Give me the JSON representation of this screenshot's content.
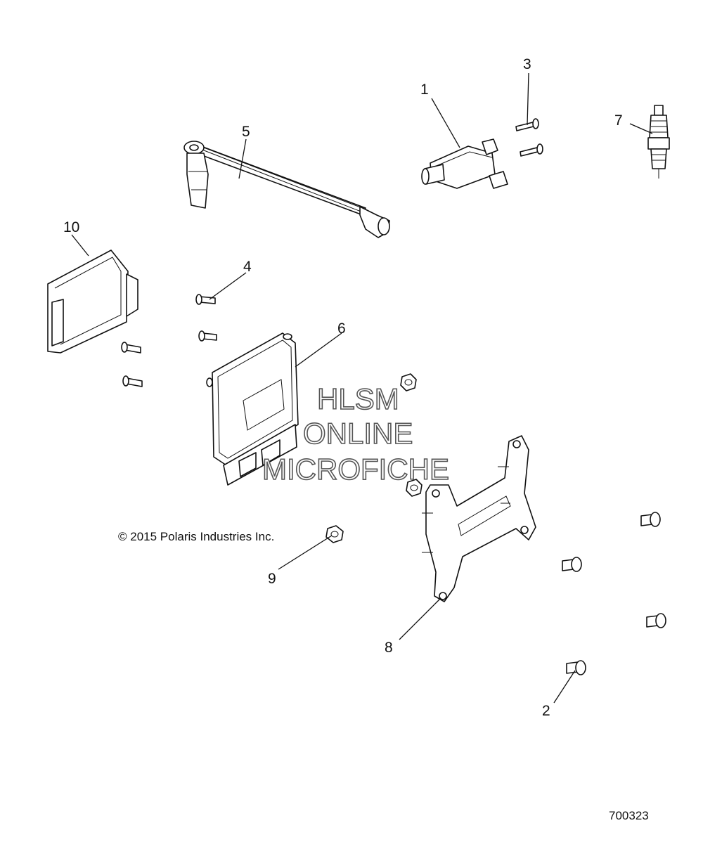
{
  "callouts": [
    "1",
    "2",
    "3",
    "4",
    "5",
    "6",
    "7",
    "8",
    "9",
    "10"
  ],
  "watermark": {
    "line1": "HLSM",
    "line2": "ONLINE",
    "line3": "MICROFICHE"
  },
  "copyright": "© 2015 Polaris Industries Inc.",
  "figure_number": "700323"
}
